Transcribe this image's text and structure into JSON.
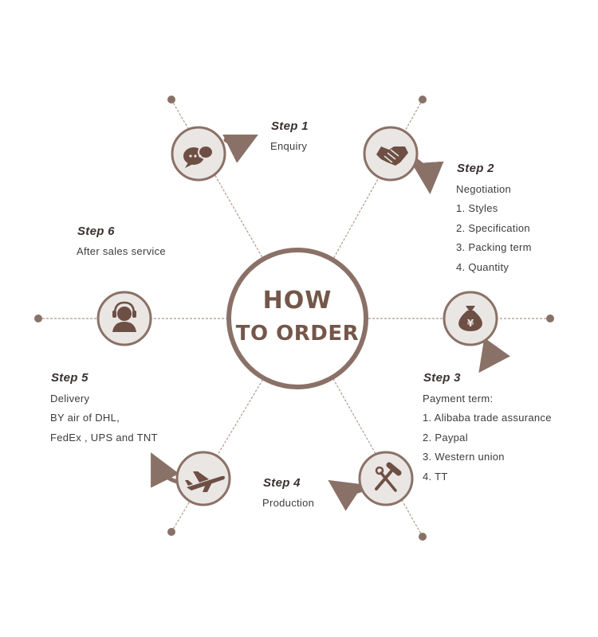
{
  "center": {
    "line1": "HOW",
    "line2": "TO ORDER"
  },
  "colors": {
    "primary": "#8a7167",
    "node_fill": "#eae6e4",
    "icon": "#6e4f44",
    "line": "#b09a8f"
  },
  "steps": [
    {
      "title": "Step 1",
      "icon": "chat-bubbles-icon",
      "lines": [
        "Enquiry"
      ]
    },
    {
      "title": "Step 2",
      "icon": "handshake-icon",
      "lines": [
        "Negotiation",
        "1. Styles",
        "2. Specification",
        "3. Packing term",
        "4. Quantity"
      ]
    },
    {
      "title": "Step 3",
      "icon": "money-bag-icon",
      "lines": [
        "Payment term:",
        "1. Alibaba trade assurance",
        "2. Paypal",
        "3. Western union",
        "4. TT"
      ]
    },
    {
      "title": "Step 4",
      "icon": "hammer-wrench-icon",
      "lines": [
        "Production"
      ]
    },
    {
      "title": "Step 5",
      "icon": "airplane-icon",
      "lines": [
        "Delivery",
        "BY air of DHL,",
        "FedEx , UPS and TNT"
      ]
    },
    {
      "title": "Step 6",
      "icon": "headset-agent-icon",
      "lines": [
        "After sales service"
      ]
    }
  ]
}
